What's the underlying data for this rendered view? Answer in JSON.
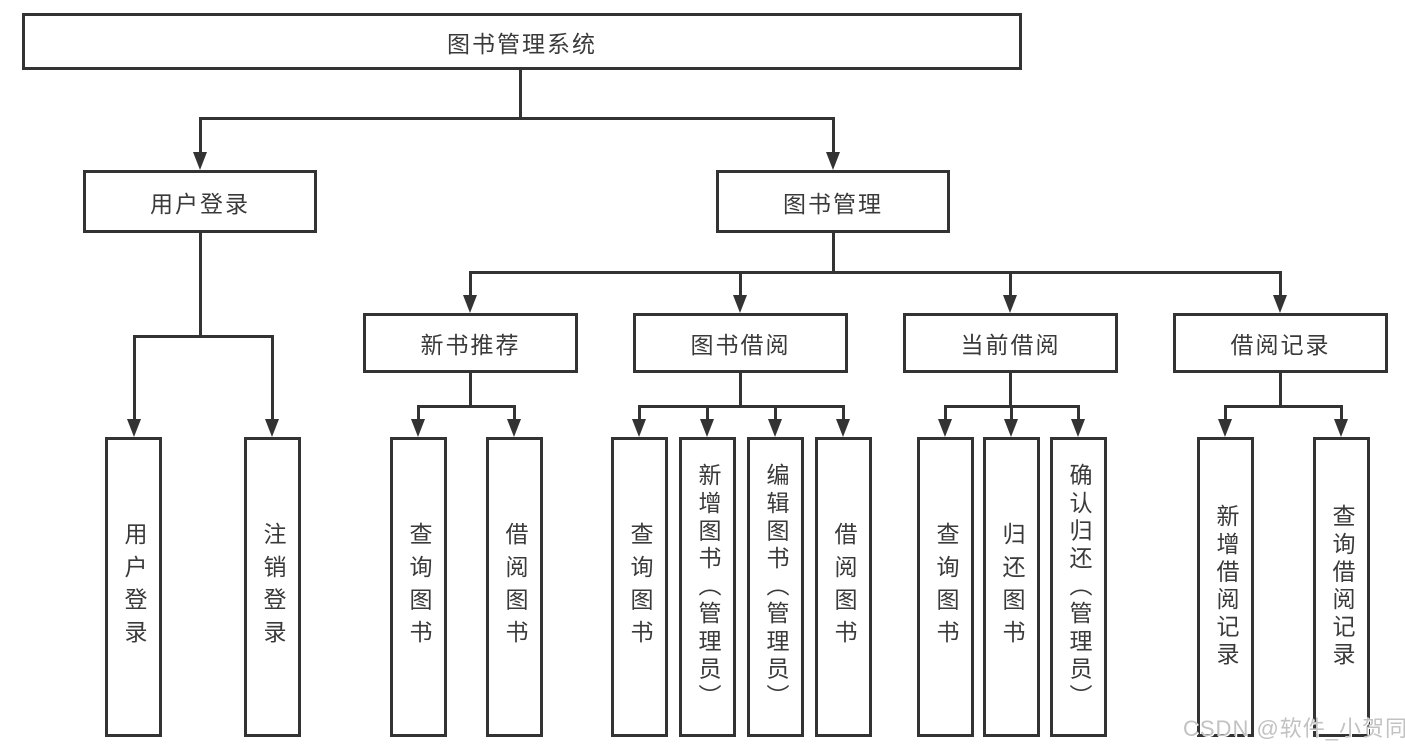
{
  "diagram": {
    "title": "图书管理系统",
    "root": "图书管理系统",
    "level2": [
      "用户登录",
      "图书管理"
    ],
    "level3": [
      "新书推荐",
      "图书借阅",
      "当前借阅",
      "借阅记录"
    ],
    "user_login_children": [
      "用户登录",
      "注销登录"
    ],
    "new_book_children": [
      "查询图书",
      "借阅图书"
    ],
    "book_borrow_children": [
      "查询图书",
      "新增图书（管理员）",
      "编辑图书（管理员）",
      "借阅图书"
    ],
    "current_borrow_children": [
      "查询图书",
      "归还图书",
      "确认归还（管理员）"
    ],
    "borrow_record_children": [
      "新增借阅记录",
      "查询借阅记录"
    ]
  },
  "watermark": {
    "text": "CSDN @软件_小贺同学"
  },
  "colors": {
    "line": "#333333",
    "box_border": "#333333",
    "text": "#3a3a3a",
    "background": "#ffffff",
    "watermark": "#c2c2c2"
  }
}
